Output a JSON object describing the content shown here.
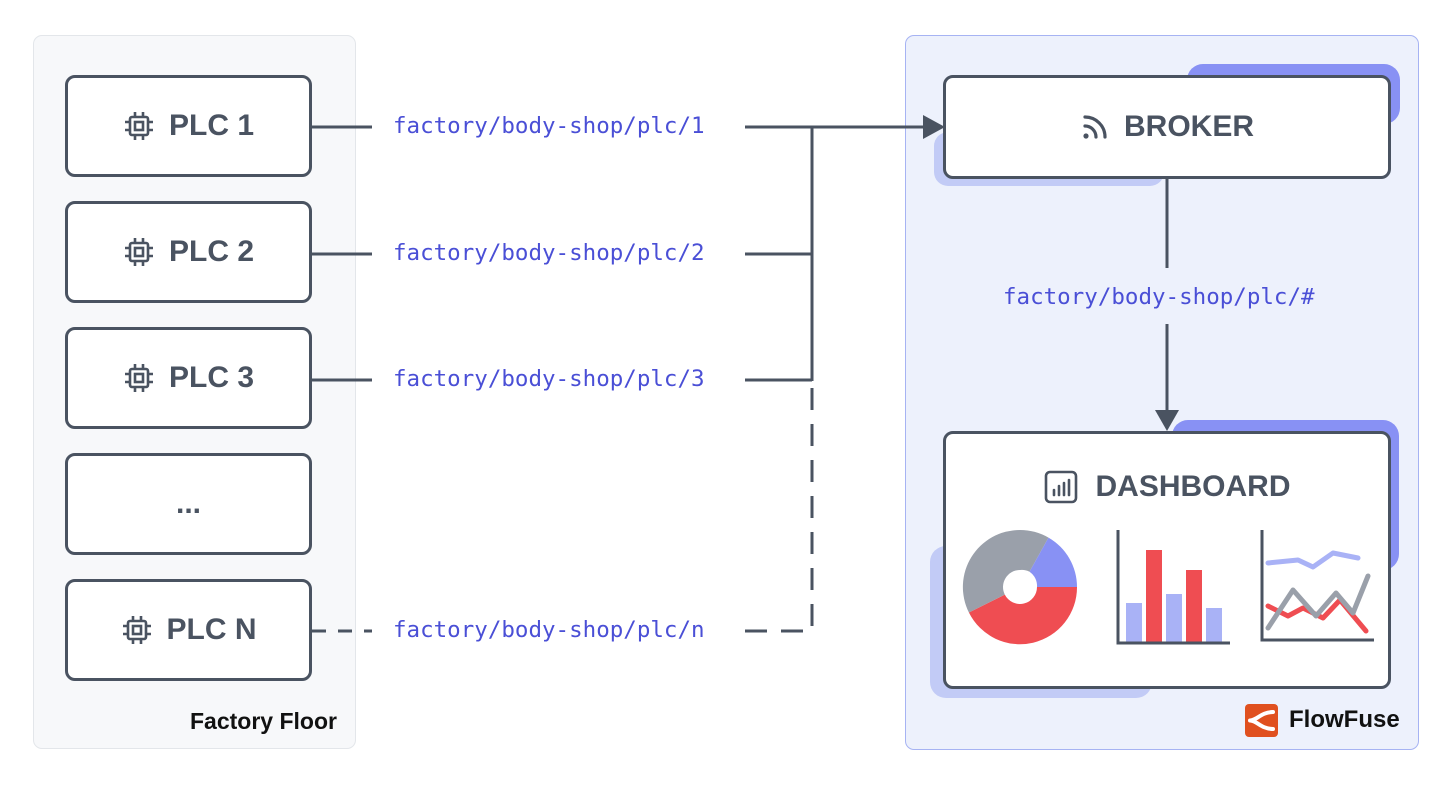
{
  "factory_floor": {
    "label": "Factory Floor",
    "plcs": [
      {
        "label": "PLC 1",
        "topic": "factory/body-shop/plc/1",
        "icon": "cpu-chip-icon"
      },
      {
        "label": "PLC 2",
        "topic": "factory/body-shop/plc/2",
        "icon": "cpu-chip-icon"
      },
      {
        "label": "PLC 3",
        "topic": "factory/body-shop/plc/3",
        "icon": "cpu-chip-icon"
      },
      {
        "label": "...",
        "topic": ""
      },
      {
        "label": "PLC N",
        "topic": "factory/body-shop/plc/n",
        "icon": "cpu-chip-icon"
      }
    ]
  },
  "cloud": {
    "brand": "FlowFuse",
    "broker": {
      "label": "BROKER",
      "icon": "rss-feed-icon"
    },
    "subscription_topic": "factory/body-shop/plc/#",
    "dashboard": {
      "label": "DASHBOARD",
      "icon": "bar-chart-icon"
    }
  },
  "colors": {
    "stroke": "#4a5361",
    "topic_text": "#4a4fd6",
    "accent_indigo": "#8891f4",
    "accent_light": "#c2cbf6",
    "chart_red": "#ef4d52",
    "chart_gray": "#9aa0aa",
    "chart_lavender": "#a9b2f6",
    "flowfuse_orange": "#e0501f"
  }
}
